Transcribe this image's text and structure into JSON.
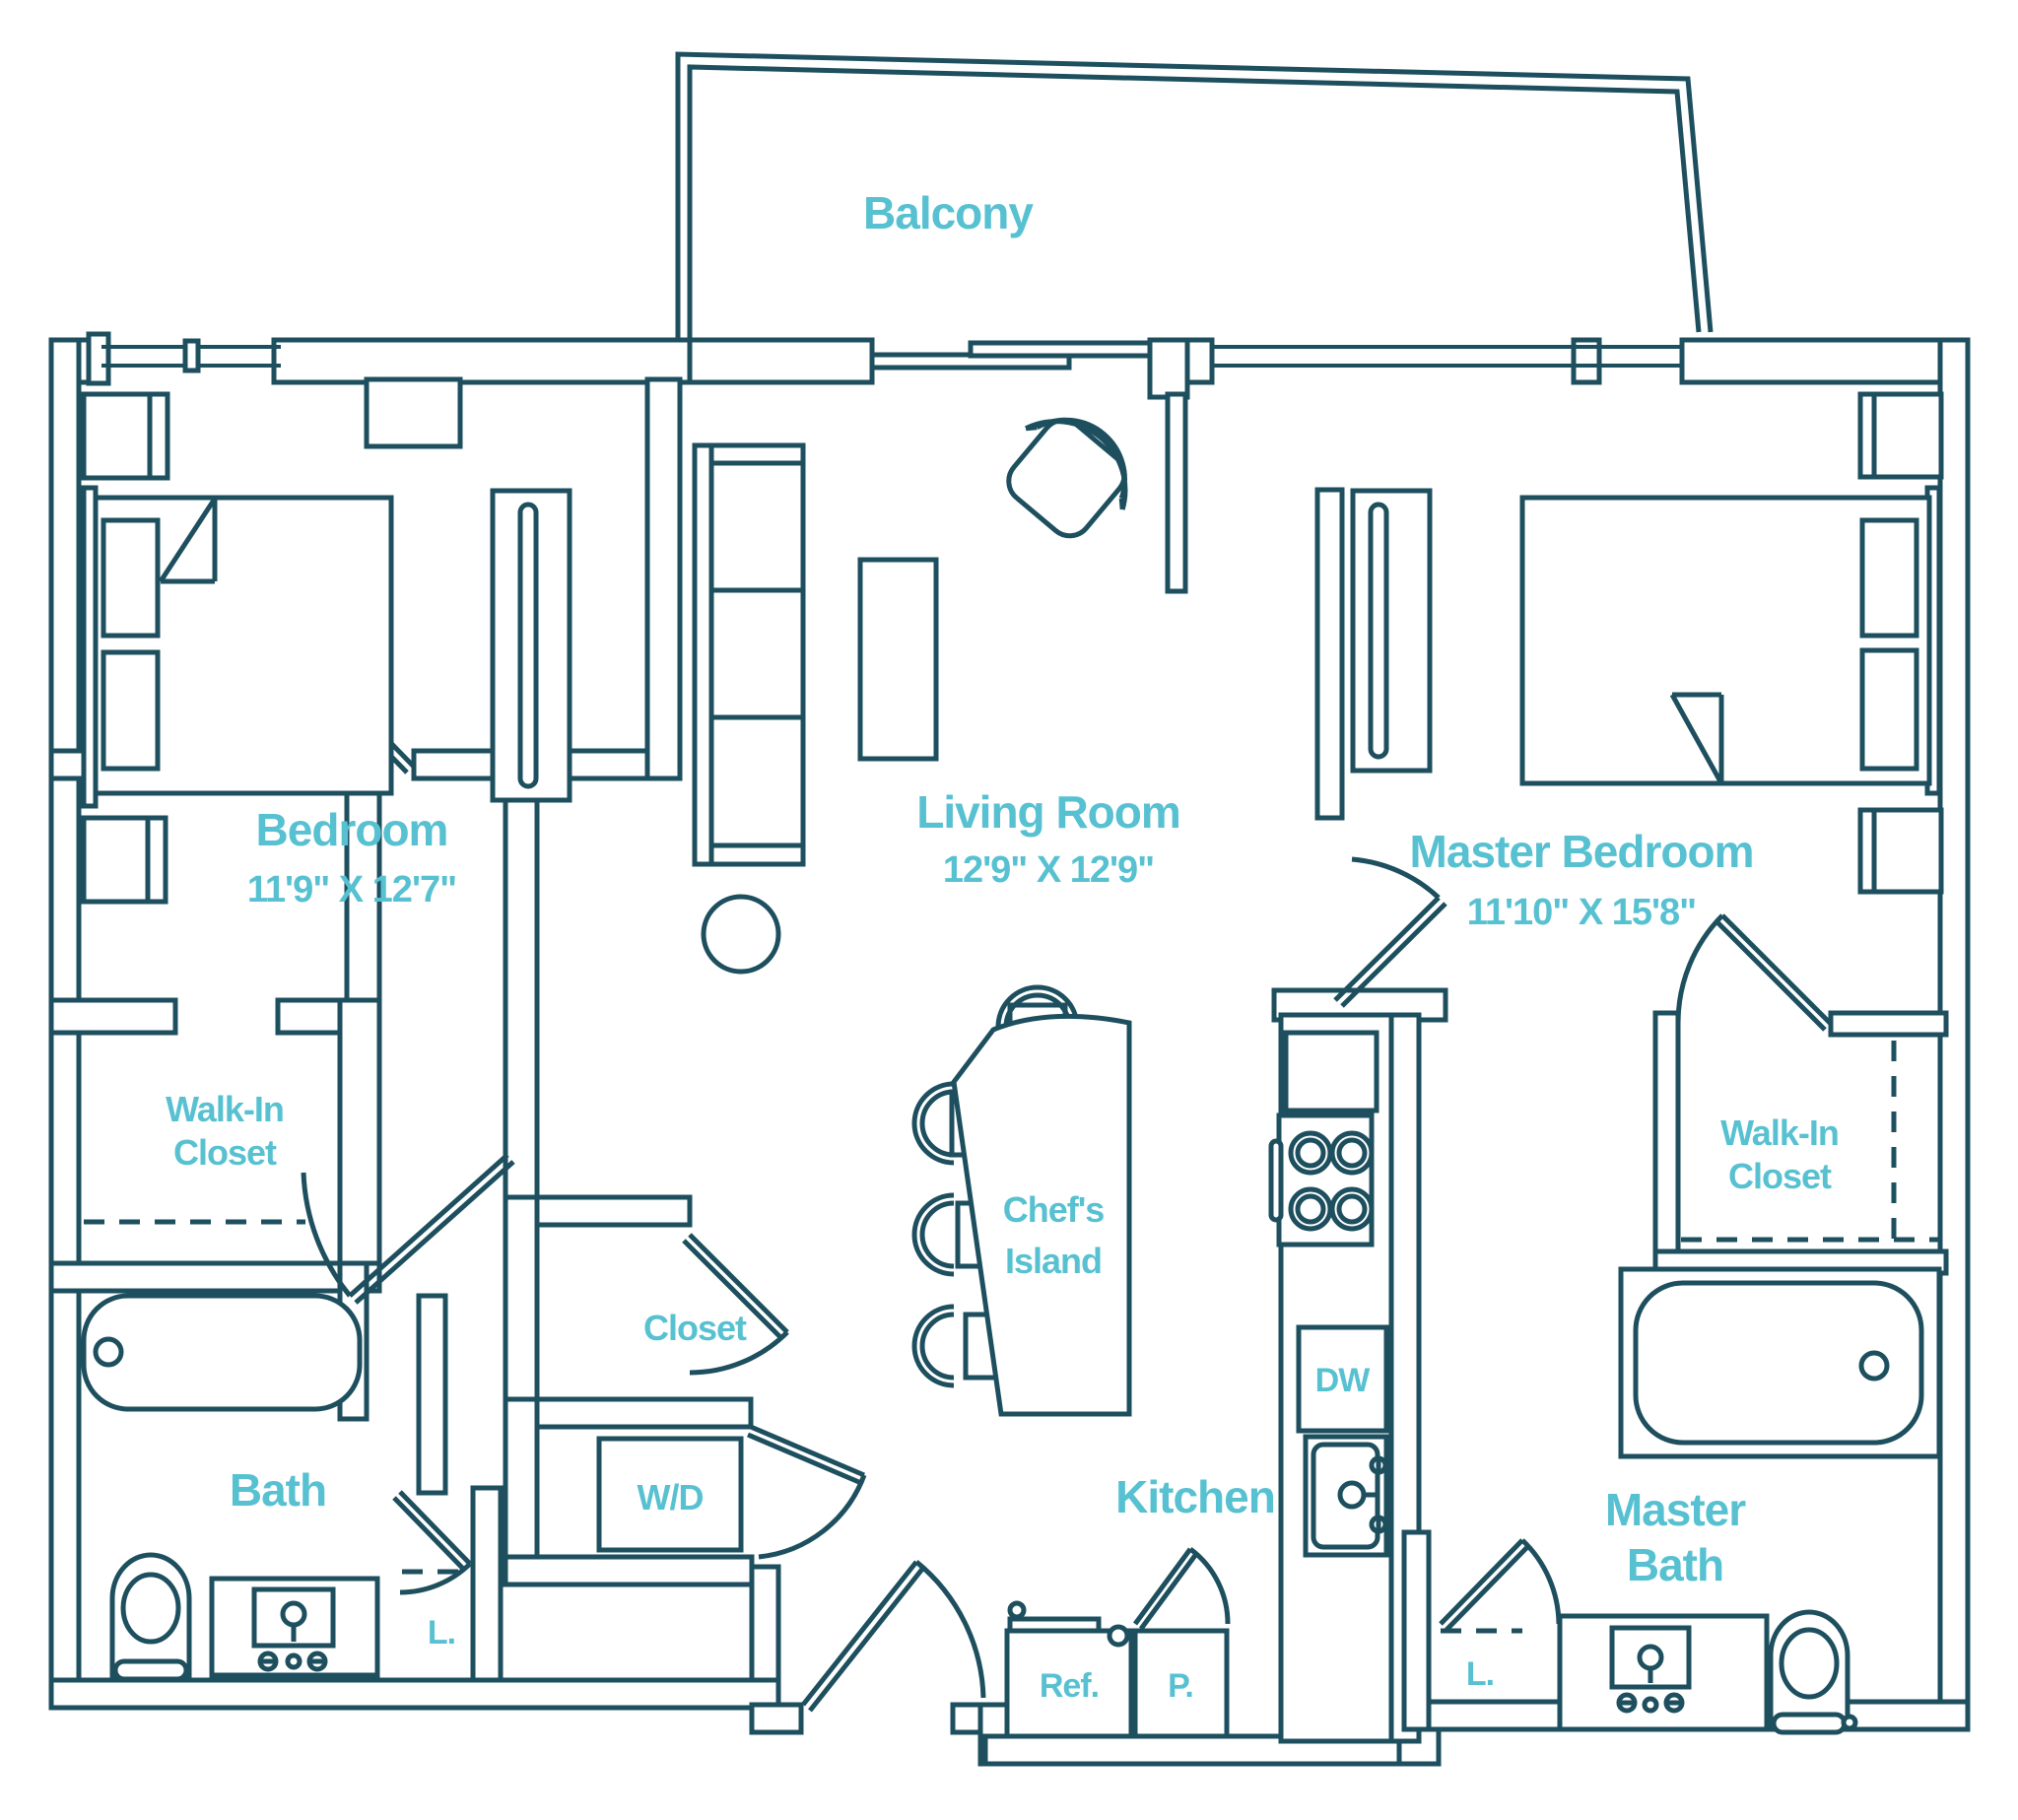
{
  "colors": {
    "wall_line": "#1d4f5e",
    "label_text": "#57c1d1",
    "background": "#ffffff"
  },
  "labels": {
    "balcony": "Balcony",
    "bedroom": {
      "name": "Bedroom",
      "dims": "11'9\" X 12'7\""
    },
    "living_room": {
      "name": "Living Room",
      "dims": "12'9\" X 12'9\""
    },
    "master_bedroom": {
      "name": "Master Bedroom",
      "dims": "11'10\" X 15'8\""
    },
    "walk_in_closet": {
      "line1": "Walk-In",
      "line2": "Closet"
    },
    "master_walk_in_closet": {
      "line1": "Walk-In",
      "line2": "Closet"
    },
    "chefs_island": {
      "line1": "Chef's",
      "line2": "Island"
    },
    "kitchen": "Kitchen",
    "bath": "Bath",
    "master_bath": {
      "line1": "Master",
      "line2": "Bath"
    },
    "closet": "Closet",
    "washer_dryer": "W/D",
    "dishwasher": "DW",
    "refrigerator": "Ref.",
    "pantry": "P.",
    "linen_bath": "L.",
    "linen_master_bath": "L."
  }
}
